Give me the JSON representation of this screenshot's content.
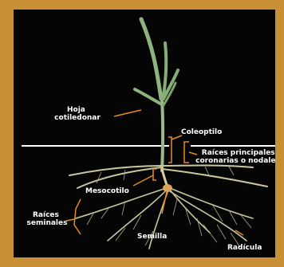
{
  "labels": {
    "hoja_line1": "Hoja",
    "hoja_line2": "cotiledonar",
    "coleoptilo": "Coleoptilo",
    "raices_principales_line1": "Raíces principales,",
    "raices_principales_line2": "coronarias o nodales",
    "mesocotilo": "Mesocotilo",
    "raices_seminales_line1": "Raíces",
    "raices_seminales_line2": "seminales",
    "semilla": "Semilla",
    "radicula": "Radícula"
  },
  "colors": {
    "frame": "#c98f35",
    "background": "#050505",
    "leader_lines": "#e58a1f",
    "soil_line": "#ffffff",
    "leaf": "#8fb37f",
    "root": "#c9c79e",
    "seed": "#d8a25f"
  }
}
